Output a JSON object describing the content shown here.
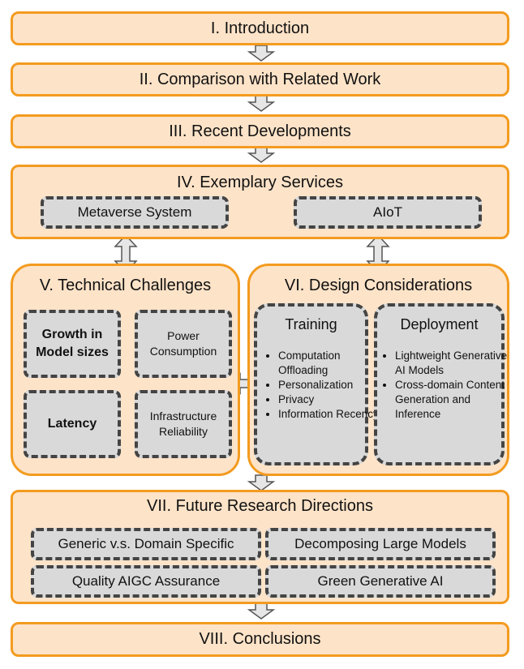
{
  "sections": {
    "intro": "I. Introduction",
    "comparison": "II. Comparison with Related Work",
    "recent": "III. Recent Developments",
    "services": "IV. Exemplary Services",
    "challenges": "V. Technical Challenges",
    "design": "VI. Design Considerations",
    "future": "VII. Future Research Directions",
    "conclusions": "VIII. Conclusions"
  },
  "services": {
    "metaverse": "Metaverse System",
    "aiot": "AIoT"
  },
  "challenges": {
    "growth_line1": "Growth in",
    "growth_line2": "Model sizes",
    "power_line1": "Power",
    "power_line2": "Consumption",
    "latency": "Latency",
    "infra_line1": "Infrastructure",
    "infra_line2": "Reliability"
  },
  "design": {
    "training": {
      "title": "Training",
      "items": [
        "Computation Offloading",
        "Personalization",
        "Privacy",
        "Information Recency"
      ]
    },
    "deployment": {
      "title": "Deployment",
      "items": [
        "Lightweight Generative AI Models",
        "Cross-domain Content Generation and Inference"
      ]
    }
  },
  "future": {
    "generic": "Generic v.s. Domain Specific",
    "decomposing": "Decomposing Large Models",
    "quality": "Quality AIGC Assurance",
    "green": "Green Generative AI"
  }
}
